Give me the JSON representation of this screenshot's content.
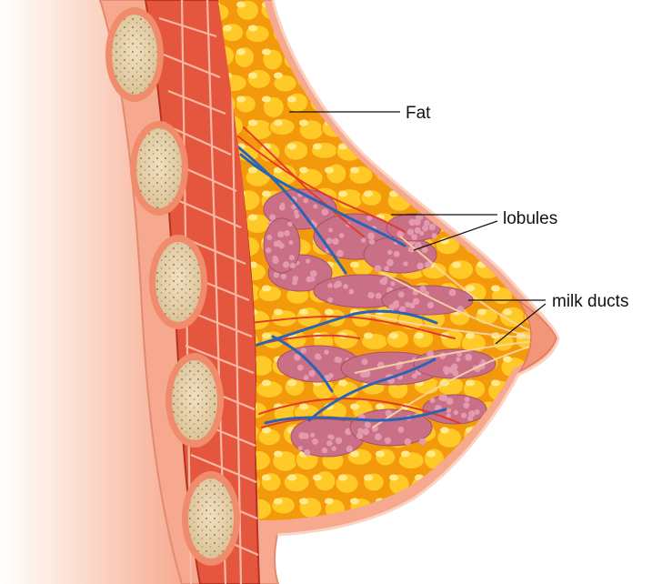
{
  "labels": {
    "fat": "Fat",
    "lobules": "lobules",
    "milk_ducts": "milk ducts"
  },
  "colors": {
    "background": "#ffffff",
    "skin": "#f6a98e",
    "skin_light": "#fbd3c2",
    "muscle": "#e4573e",
    "muscle_dark": "#b83222",
    "fat_yellow": "#ffc928",
    "fat_highlight": "#ffe98a",
    "fat_border": "#f39a0c",
    "bone": "#e3cfa8",
    "lobule": "#c96f86",
    "artery": "#e23a2c",
    "vein": "#2b63b5",
    "leader_line": "#111111"
  }
}
